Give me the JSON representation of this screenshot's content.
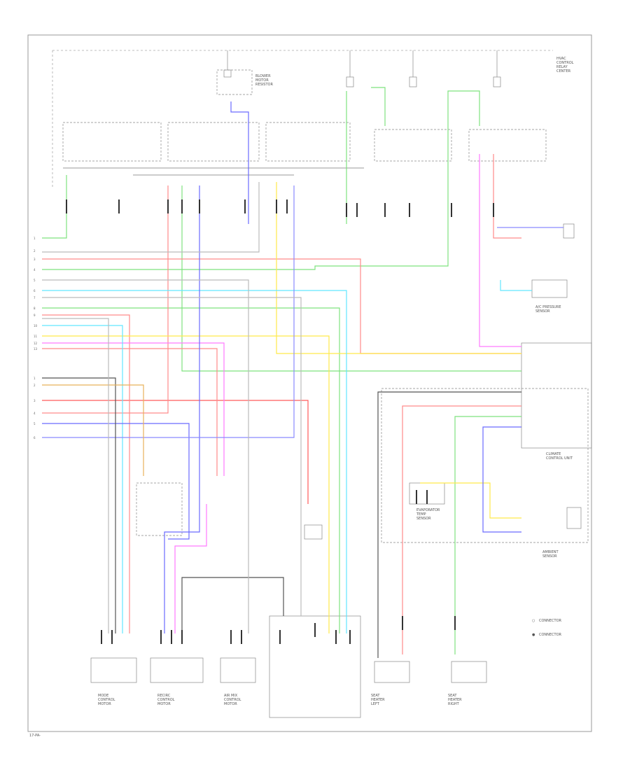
{
  "diagram": {
    "footer_code": "17-PA-",
    "legend": [
      {
        "symbol": "○",
        "text": "CONNECTOR"
      },
      {
        "symbol": "●",
        "text": "CONNECTOR"
      }
    ],
    "components": [
      {
        "id": "hvac_relay_center",
        "lines": [
          "HVAC",
          "CONTROL",
          "RELAY",
          "CENTER"
        ]
      },
      {
        "id": "blower_motor",
        "lines": [
          "BLOWER",
          "MOTOR",
          "RESISTOR"
        ]
      },
      {
        "id": "ac_pressure_sensor",
        "lines": [
          "A/C PRESSURE",
          "SENSOR"
        ]
      },
      {
        "id": "evaporator_temp",
        "lines": [
          "EVAPORATOR",
          "TEMP",
          "SENSOR"
        ]
      },
      {
        "id": "ambient_sensor",
        "lines": [
          "AMBIENT",
          "SENSOR"
        ]
      },
      {
        "id": "climate_control_unit",
        "lines": [
          "CLIMATE",
          "CONTROL UNIT"
        ]
      },
      {
        "id": "mode_door_motor",
        "lines": [
          "MODE",
          "CONTROL",
          "MOTOR"
        ]
      },
      {
        "id": "recirc_motor",
        "lines": [
          "RECIRC",
          "CONTROL",
          "MOTOR"
        ]
      },
      {
        "id": "air_mix_motor",
        "lines": [
          "AIR MIX",
          "CONTROL",
          "MOTOR"
        ]
      },
      {
        "id": "seat_heater_left",
        "lines": [
          "SEAT",
          "HEATER",
          "LEFT"
        ]
      },
      {
        "id": "seat_heater_right",
        "lines": [
          "SEAT",
          "HEATER",
          "RIGHT"
        ]
      }
    ]
  }
}
